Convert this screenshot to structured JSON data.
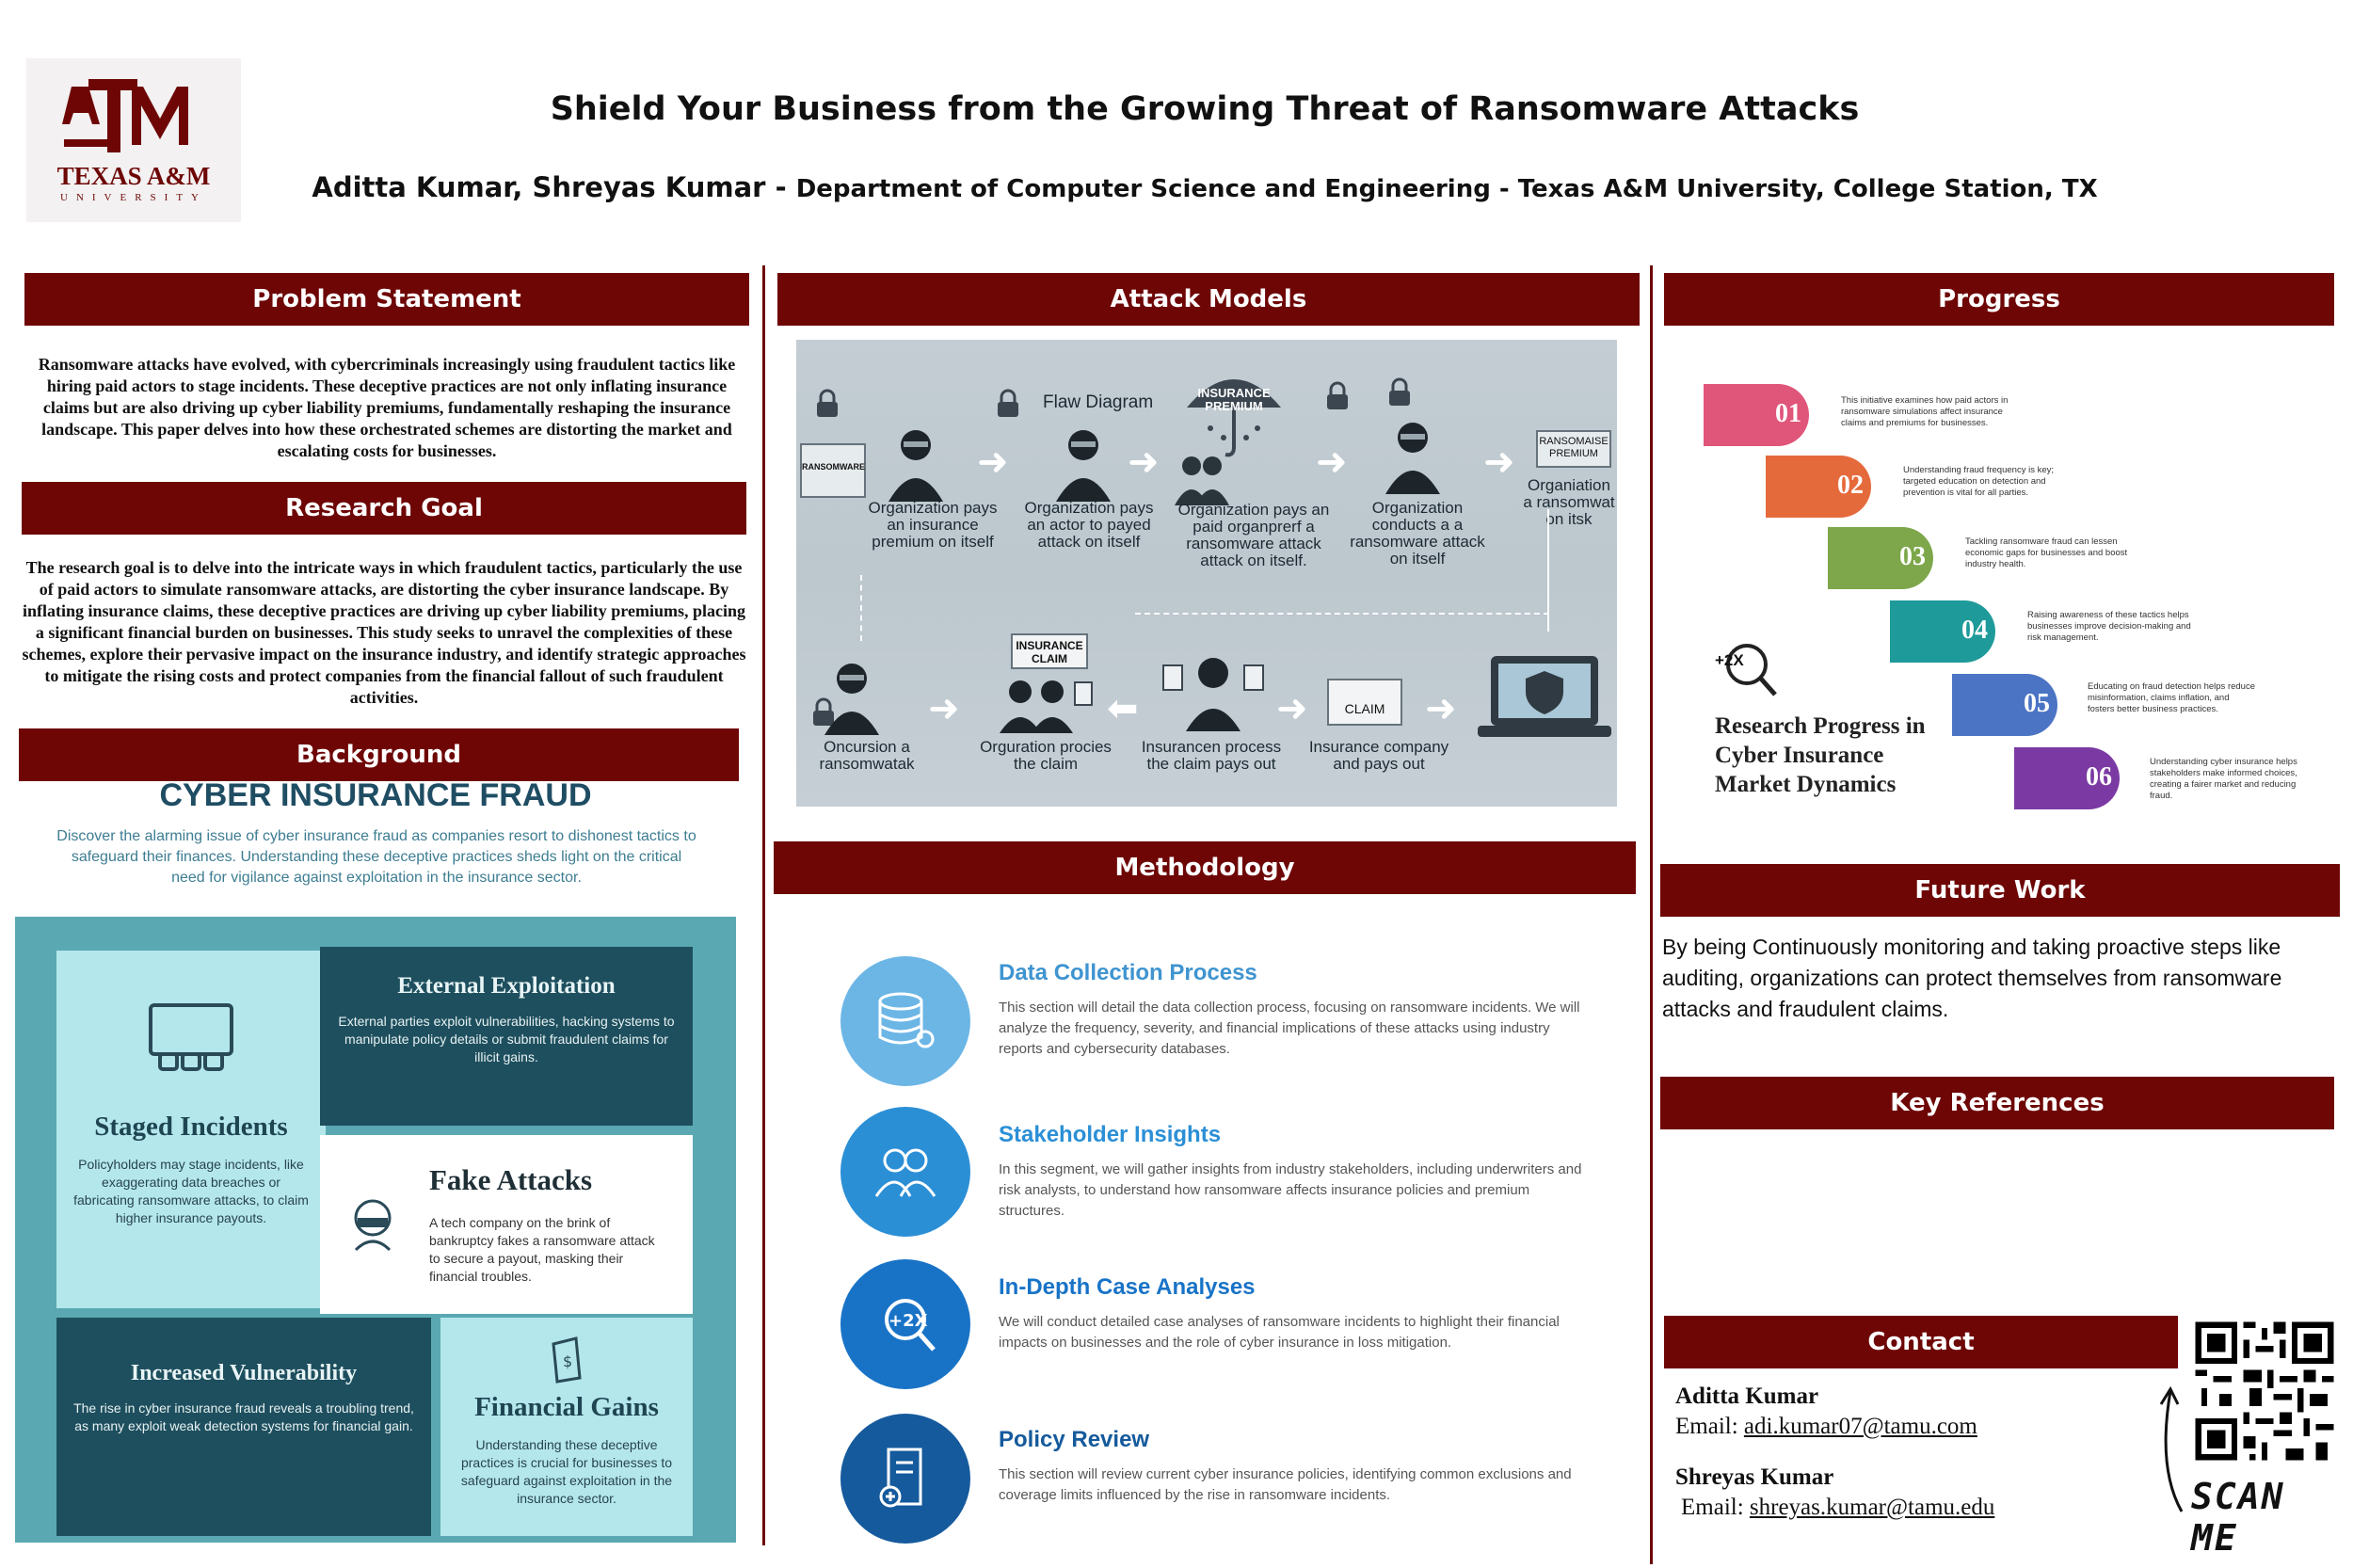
{
  "header": {
    "title": "Shield Your Business from the Growing Threat of Ransomware Attacks",
    "authors": "Aditta Kumar, Shreyas Kumar - ",
    "affiliation": "Department of Computer Science and Engineering - Texas A&M University, College Station, TX",
    "logo_text": "TEXAS A&M",
    "logo_sub": "UNIVERSITY"
  },
  "sections": {
    "problem": {
      "title": "Problem Statement",
      "text": "Ransomware attacks have evolved, with cybercriminals increasingly using fraudulent tactics like hiring paid actors to stage incidents. These deceptive practices are not only inflating insurance claims but are also driving up cyber liability premiums, fundamentally reshaping the insurance landscape. This paper delves into how these orchestrated schemes are distorting the market and escalating costs for businesses."
    },
    "goal": {
      "title": "Research Goal",
      "text": "The research goal is to delve into the intricate ways in which fraudulent tactics, particularly the use of paid actors to simulate ransomware attacks, are distorting the cyber insurance landscape. By inflating insurance claims, these deceptive practices are driving up cyber liability premiums, placing a significant financial burden on businesses. This study seeks to unravel the complexities of these schemes, explore their pervasive impact on the insurance industry, and identify strategic approaches to mitigate the rising costs and protect companies from the financial fallout of such fraudulent activities."
    },
    "background": {
      "title": "Background",
      "heading": "CYBER INSURANCE FRAUD",
      "intro": "Discover the alarming issue of cyber insurance fraud as companies resort to dishonest tactics to safeguard their finances. Understanding these deceptive practices sheds light on the critical need for vigilance against exploitation in the insurance sector.",
      "tiles": {
        "staged": {
          "title": "Staged Incidents",
          "text": "Policyholders may stage incidents, like exaggerating data breaches or fabricating ransomware attacks, to claim higher insurance payouts."
        },
        "external": {
          "title": "External Exploitation",
          "text": "External parties exploit vulnerabilities, hacking systems to manipulate policy details or submit fraudulent claims for illicit gains."
        },
        "fake": {
          "title": "Fake Attacks",
          "text": "A tech company on the brink of bankruptcy fakes a ransomware attack to secure a payout, masking their financial troubles."
        },
        "vuln": {
          "title": "Increased Vulnerability",
          "text": "The rise in cyber insurance fraud reveals a troubling trend, as many exploit weak detection systems for financial gain."
        },
        "gains": {
          "title": "Financial Gains",
          "text": "Understanding these deceptive practices is crucial for businesses to safeguard against exploitation in the insurance sector."
        }
      }
    },
    "attack": {
      "title": "Attack Models",
      "flaw": "Flaw Diagram",
      "premium": "INSURANCE PREMIUM",
      "ransom_badge": "RANSOMAISE PREMIUM",
      "doc_label": "RANSOMWARE",
      "claim_badge": "INSURANCE CLAIM",
      "claim_card": "CLAIM",
      "labels": {
        "l1": "Organization pays an insurance premium on itself",
        "l2": "Organization pays an actor to payed attack on itself",
        "l3": "Organization pays an paid organprerf a ransomware attack attack on itself.",
        "l4": "Organization conducts a a ransomware attack on itself",
        "l5": "Organiation a ransomwat on itsk",
        "b1": "Oncursion a ransomwatak",
        "b2": "Orguration procies the claim",
        "b3": "Insurancen process the claim pays out",
        "b4": "Insurance company and pays out"
      }
    },
    "methodology": {
      "title": "Methodology",
      "items": [
        {
          "title": "Data Collection Process",
          "text": "This section will detail the data collection process, focusing on ransomware incidents. We will analyze the frequency, severity, and financial implications of these attacks using industry reports and cybersecurity databases."
        },
        {
          "title": "Stakeholder Insights",
          "text": "In this segment, we will gather insights from industry stakeholders, including underwriters and risk analysts, to understand how ransomware affects insurance policies and premium structures."
        },
        {
          "title": "In-Depth Case Analyses",
          "text": "We will conduct detailed case analyses of ransomware incidents to highlight their financial impacts on businesses and the role of cyber insurance in loss mitigation."
        },
        {
          "title": "Policy Review",
          "text": "This section will review current cyber insurance policies, identifying common exclusions and coverage limits influenced by the rise in ransomware incidents."
        }
      ]
    },
    "progress": {
      "title": "Progress",
      "badge": "+2X",
      "heading": "Research Progress in Cyber Insurance Market Dynamics",
      "items": [
        {
          "num": "01",
          "text": "This initiative examines how paid actors in ransomware simulations affect insurance claims and premiums for businesses."
        },
        {
          "num": "02",
          "text": "Understanding fraud frequency is key; targeted education on detection and prevention is vital for all parties."
        },
        {
          "num": "03",
          "text": "Tackling ransomware fraud can lessen economic gaps for businesses and boost industry health."
        },
        {
          "num": "04",
          "text": "Raising awareness of these tactics helps businesses improve decision-making and risk management."
        },
        {
          "num": "05",
          "text": "Educating on fraud detection helps reduce misinformation, claims inflation, and fosters better business practices."
        },
        {
          "num": "06",
          "text": "Understanding cyber insurance helps stakeholders make informed choices, creating a fairer market and reducing fraud."
        }
      ]
    },
    "future": {
      "title": "Future Work",
      "text": "By being Continuously monitoring and taking proactive steps like auditing, organizations can protect themselves from ransomware attacks and fraudulent claims."
    },
    "references": {
      "title": "Key References"
    },
    "contact": {
      "title": "Contact",
      "p1_name": "Aditta Kumar",
      "p1_label": "Email: ",
      "p1_email": "adi.kumar07@tamu.com",
      "p2_name": "Shreyas Kumar",
      "p2_label": "Email: ",
      "p2_email": "shreyas.kumar@tamu.edu",
      "scan": "SCAN ME"
    }
  },
  "colors": {
    "maroon": "#6e0606",
    "teal": "#5aa9b2",
    "blue": "#2b8fd6",
    "progress": [
      "#e0557a",
      "#e56a3b",
      "#7da74a",
      "#1f9a9a",
      "#4b74c4",
      "#7b3aa3"
    ]
  }
}
